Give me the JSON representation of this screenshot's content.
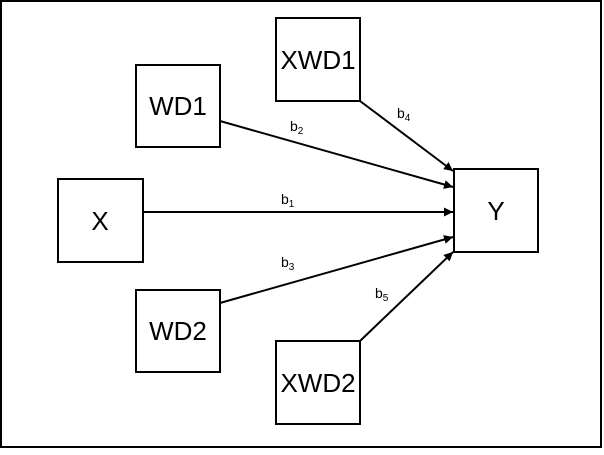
{
  "nodes": [
    {
      "id": "X",
      "label": "X"
    },
    {
      "id": "WD1",
      "label": "WD1"
    },
    {
      "id": "WD2",
      "label": "WD2"
    },
    {
      "id": "XWD1",
      "label": "XWD1"
    },
    {
      "id": "XWD2",
      "label": "XWD2"
    },
    {
      "id": "Y",
      "label": "Y"
    }
  ],
  "edges": [
    {
      "from": "X",
      "to": "Y",
      "coef": "b",
      "sub": "1"
    },
    {
      "from": "WD1",
      "to": "Y",
      "coef": "b",
      "sub": "2"
    },
    {
      "from": "WD2",
      "to": "Y",
      "coef": "b",
      "sub": "3"
    },
    {
      "from": "XWD1",
      "to": "Y",
      "coef": "b",
      "sub": "4"
    },
    {
      "from": "XWD2",
      "to": "Y",
      "coef": "b",
      "sub": "5"
    }
  ]
}
